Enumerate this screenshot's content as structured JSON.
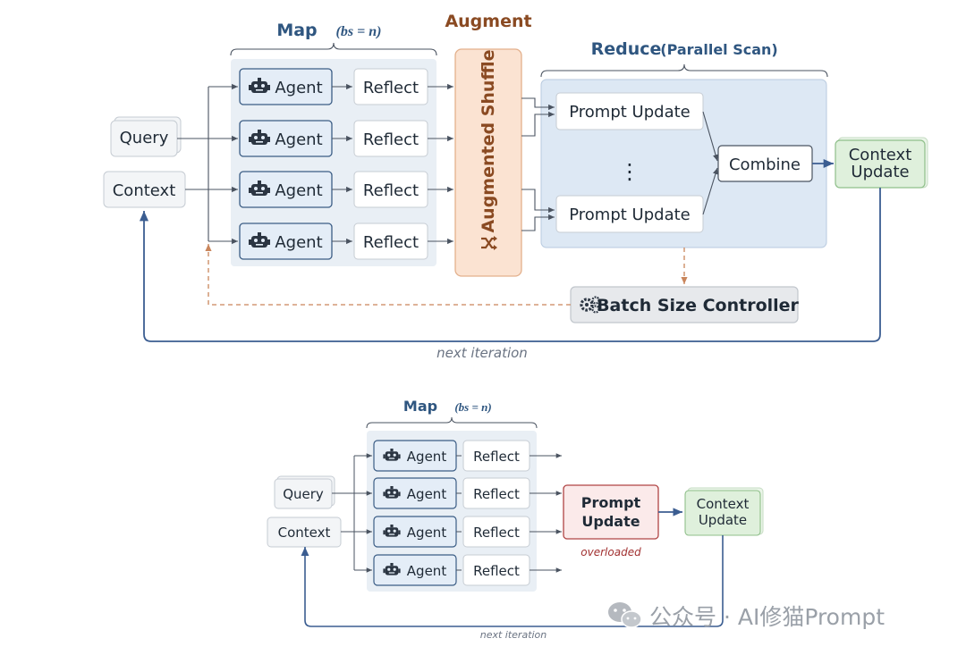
{
  "top": {
    "map_title": "Map",
    "map_bs": "(bs = n)",
    "augment_title": "Augment",
    "augmented_shuffle": "Augmented Shuffle",
    "reduce_title": "Reduce",
    "reduce_sub": "(Parallel Scan)",
    "query": "Query",
    "context": "Context",
    "agents": [
      "Agent",
      "Agent",
      "Agent",
      "Agent"
    ],
    "reflects": [
      "Reflect",
      "Reflect",
      "Reflect",
      "Reflect"
    ],
    "prompt_update_1": "Prompt Update",
    "prompt_update_2": "Prompt Update",
    "dots": "⋮",
    "combine": "Combine",
    "context_update_l1": "Context",
    "context_update_l2": "Update",
    "batch_controller": "Batch Size Controller",
    "next_iteration": "next iteration"
  },
  "bottom": {
    "map_title": "Map",
    "map_bs": "(bs = n)",
    "query": "Query",
    "context": "Context",
    "agents": [
      "Agent",
      "Agent",
      "Agent",
      "Agent"
    ],
    "reflects": [
      "Reflect",
      "Reflect",
      "Reflect",
      "Reflect"
    ],
    "prompt_update_l1": "Prompt",
    "prompt_update_l2": "Update",
    "overloaded": "overloaded",
    "context_update_l1": "Context",
    "context_update_l2": "Update",
    "next_iteration": "next iteration"
  },
  "watermark": "公众号 · AI修猫Prompt",
  "colors": {
    "title_blue": "#2f5680",
    "augment_brown": "#8a4a22",
    "map_bg": "#e9eff5",
    "agent_fill": "#e4edf7",
    "agent_stroke": "#3b5d85",
    "augment_fill": "#fbe3d2",
    "augment_stroke": "#e3b08c",
    "reduce_fill": "#dde8f4",
    "context_update_fill": "#dff0dc",
    "context_update_stroke": "#8fbf8a",
    "overload_fill": "#fbeaea",
    "overload_stroke": "#b04444",
    "feedback_blue": "#3b5d91",
    "dashed_orange": "#c9855b"
  }
}
